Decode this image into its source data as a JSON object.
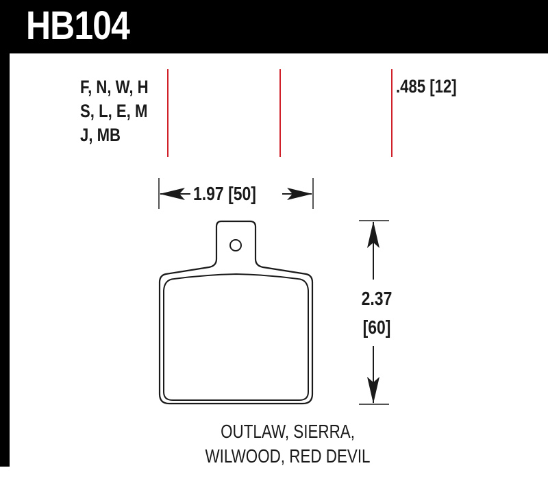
{
  "header": {
    "part_number": "HB104",
    "background_color": "#000000",
    "text_color": "#ffffff"
  },
  "compounds": {
    "lines": [
      "F, N, W, H",
      "S, L, E, M",
      "J, MB"
    ]
  },
  "thickness": {
    "label": ".485 [12]",
    "marker_color": "#d0202a"
  },
  "dimensions": {
    "width_label": "1.97 [50]",
    "height_value": "2.37",
    "height_metric": "[60]"
  },
  "applications": {
    "lines": [
      "OUTLAW, SIERRA,",
      "WILWOOD, RED DEVIL"
    ]
  },
  "icons": {
    "width_arrow": "double-horizontal-arrow",
    "height_arrow": "double-vertical-arrow",
    "pad_outline": "brake-pad-shape"
  }
}
